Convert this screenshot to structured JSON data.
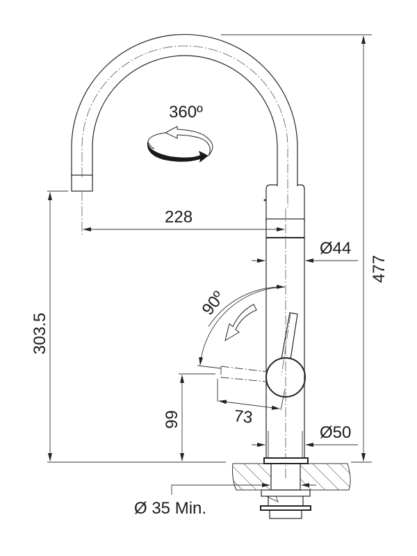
{
  "drawing": {
    "rotation_label": "360º",
    "spout_reach": "228",
    "overall_height": "477",
    "spout_height": "303.5",
    "body_diameter_upper": "Ø44",
    "body_diameter_lower": "Ø50",
    "lever_angle": "90º",
    "lever_length": "73",
    "lever_height": "99",
    "hole_diameter": "Ø 35 Min."
  }
}
